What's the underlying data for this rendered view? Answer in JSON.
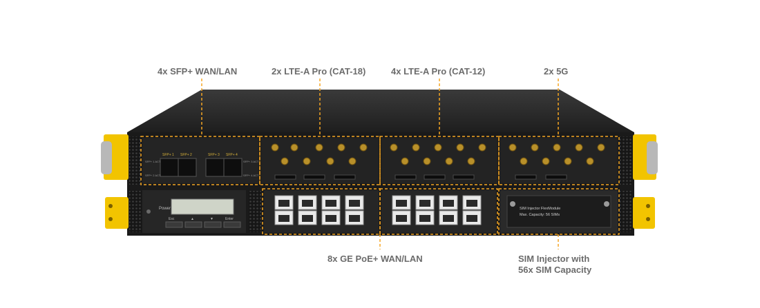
{
  "callouts": {
    "sfp": "4x SFP+ WAN/LAN",
    "lte18": "2x LTE-A Pro (CAT-18)",
    "lte12": "4x LTE-A Pro (CAT-12)",
    "fiveg": "2x 5G",
    "poe": "8x GE PoE+ WAN/LAN",
    "sim_line1": "SIM Injector with",
    "sim_line2": "56x SIM Capacity"
  },
  "front_panel": {
    "power_label": "Power",
    "keys": [
      "Esc",
      "▲",
      "▼",
      "Enter"
    ],
    "sfp_ports": [
      "SFP+ 1",
      "SFP+ 2",
      "SFP+ 3",
      "SFP+ 4"
    ],
    "sfp_act_left": [
      "SFP+ 1 ACT",
      "SFP+ 2 ACT"
    ],
    "sfp_act_right": [
      "SFP+ 3 ACT",
      "SFP+ 4 ACT"
    ],
    "sim_module_line1": "SIM Injector FlexModule",
    "sim_module_line2": "Max. Capacity: 56 SIMs"
  },
  "colors": {
    "accent": "#f5a623",
    "label": "#6b6b6b",
    "chassis": "#1b1b1b",
    "bracket": "#f2c400"
  }
}
